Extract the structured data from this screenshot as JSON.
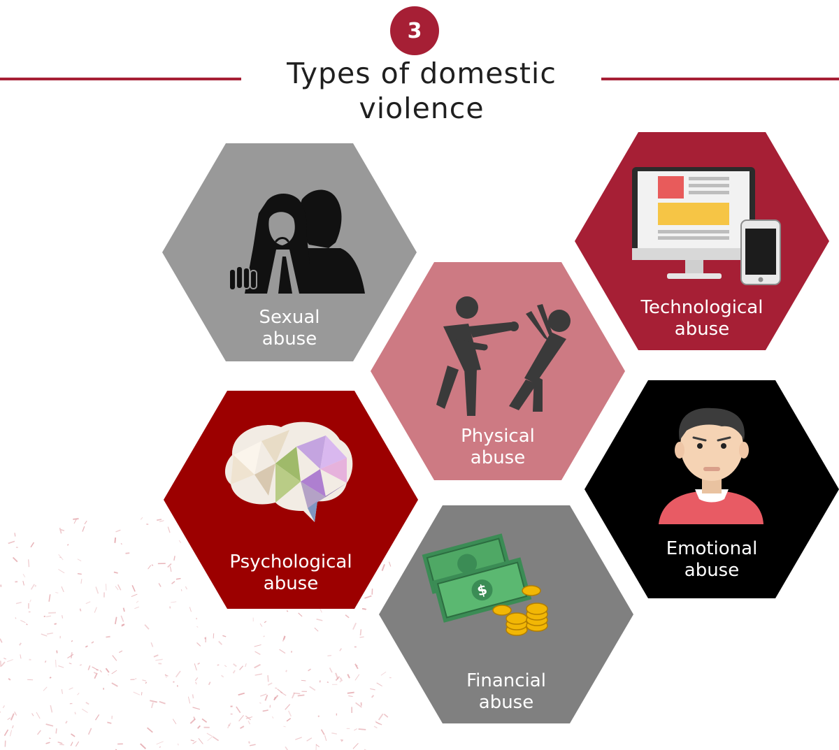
{
  "header": {
    "step_number": "3",
    "title_line1": "Types of domestic",
    "title_line2": "violence",
    "accent_color": "#a61f35"
  },
  "hexagons": [
    {
      "id": "sexual",
      "label_line1": "Sexual",
      "label_line2": "abuse",
      "color": "#999999",
      "icon": "couple-comforting-icon"
    },
    {
      "id": "technological",
      "label_line1": "Technological",
      "label_line2": "abuse",
      "color": "#a61f35",
      "icon": "computer-and-phone-icon"
    },
    {
      "id": "physical",
      "label_line1": "Physical",
      "label_line2": "abuse",
      "color": "#cd7a83",
      "icon": "punching-figures-icon"
    },
    {
      "id": "psychological",
      "label_line1": "Psychological",
      "label_line2": "abuse",
      "color": "#9c0000",
      "icon": "brain-icon"
    },
    {
      "id": "emotional",
      "label_line1": "Emotional",
      "label_line2": "abuse",
      "color": "#000000",
      "icon": "sad-man-icon"
    },
    {
      "id": "financial",
      "label_line1": "Financial",
      "label_line2": "abuse",
      "color": "#808080",
      "icon": "money-and-coins-icon"
    }
  ]
}
